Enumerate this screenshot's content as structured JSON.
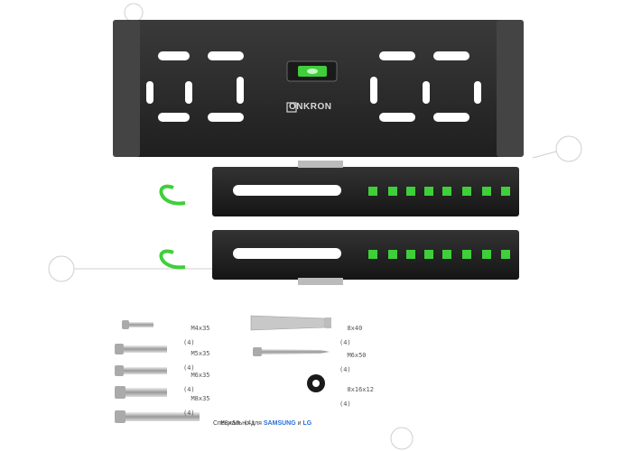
{
  "brand": {
    "name": "ONKRON"
  },
  "hardware": [
    {
      "spec": "M4x35",
      "qty": "(4)"
    },
    {
      "spec": "M5x35",
      "qty": "(4)"
    },
    {
      "spec": "M6x35",
      "qty": "(4)"
    },
    {
      "spec": "M8x35",
      "qty": "(4)"
    },
    {
      "spec": "M8x50 (4)",
      "qty": ""
    }
  ],
  "anchors": [
    {
      "spec": "8x40",
      "qty": "(4)"
    },
    {
      "spec": "M6x50",
      "qty": "(4)"
    },
    {
      "spec": "8x16x12",
      "qty": "(4)"
    }
  ],
  "note": {
    "prefix": "Специально для ",
    "brand1": "SAMSUNG",
    "joiner": " и ",
    "brand2": "LG"
  },
  "colors": {
    "metal": "#2b2b2b",
    "accent": "#3fcf3a",
    "highlight": "#2a6fd6"
  }
}
